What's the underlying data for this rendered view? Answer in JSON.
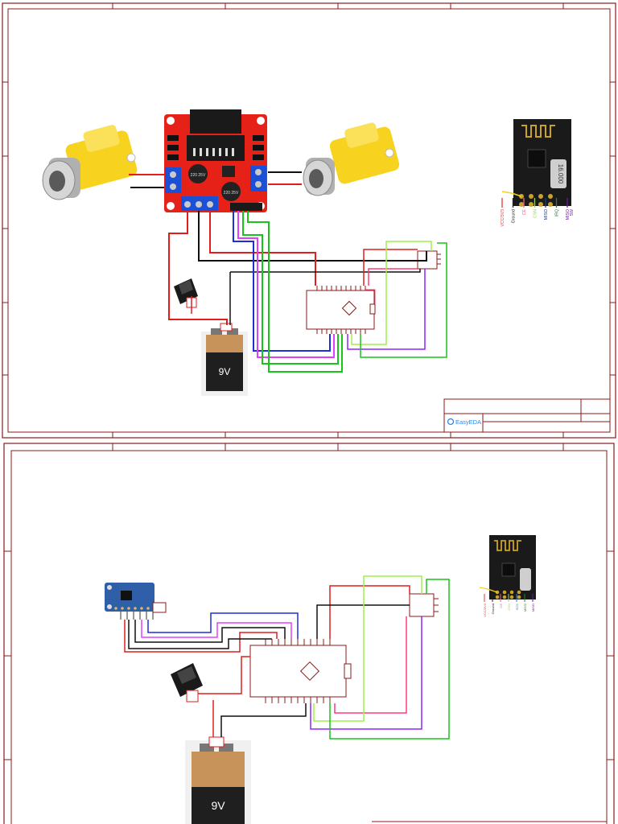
{
  "sheets": [
    {
      "id": "sheet-1",
      "battery_label": "9V",
      "logo_text": "EasyEDA",
      "motor_driver_texts": [
        "220 25V",
        "220 25V"
      ],
      "radio_module": {
        "crystal_text": "16.000",
        "pins": [
          "VCC/3V3",
          "Ground",
          "CE",
          "CSN",
          "MISO",
          "IRQ",
          "MISO"
        ],
        "pin_colors": [
          "#e53935",
          "#222222",
          "#f06292",
          "#9ccc65",
          "#1e3a8a",
          "#2e7d32",
          "#6a1b9a"
        ],
        "extra_label": "SW"
      }
    },
    {
      "id": "sheet-2",
      "battery_label": "9V",
      "radio_module": {
        "pins": [
          "VCC/3V3",
          "Ground",
          "CE",
          "CSN",
          "SCK",
          "MOSI",
          "MISO"
        ],
        "pin_colors": [
          "#e53935",
          "#222222",
          "#f06292",
          "#9ccc65",
          "#1e88e5",
          "#2e7d32",
          "#6a1b9a"
        ]
      }
    }
  ],
  "colors": {
    "frame": "#8b1a1a",
    "wire_red": "#e11d1d",
    "wire_black": "#111111",
    "wire_blue": "#1d2fd9",
    "wire_magenta": "#e040fb",
    "wire_green": "#19c419",
    "wire_lime": "#9ef04a",
    "wire_purple": "#8e24ff",
    "wire_pink": "#ff3b7a",
    "motor_yellow": "#f7d21e",
    "driver_red": "#e62117",
    "terminal_blue": "#1b4fd6",
    "battery_copper": "#c8935a",
    "battery_black": "#1f1f1f"
  }
}
